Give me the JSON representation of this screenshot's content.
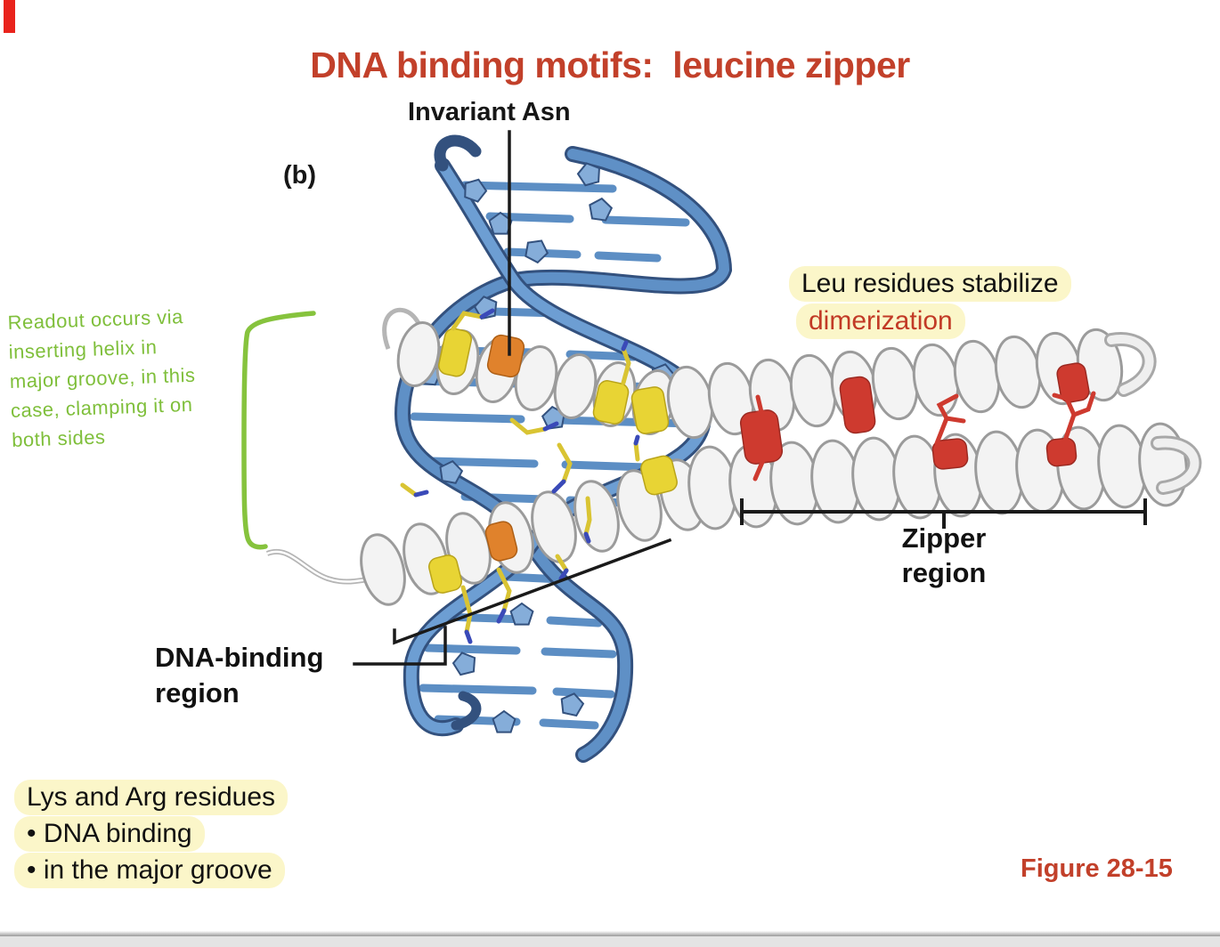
{
  "slide": {
    "title": "DNA binding motifs:  leucine zipper",
    "panel_label": "(b)",
    "figure_caption": "Figure 28-15"
  },
  "labels": {
    "invariant_asn": "Invariant Asn",
    "zipper_line1": "Zipper",
    "zipper_line2": "region",
    "dna_binding_line1": "DNA-binding",
    "dna_binding_line2": "region"
  },
  "callouts": {
    "leu_line1": "Leu residues stabilize",
    "leu_line2": "dimerization",
    "lys_line1": "Lys and Arg residues",
    "lys_line2": "• DNA binding",
    "lys_line3": "• in the major groove"
  },
  "handwritten_note": {
    "lines": [
      "Readout occurs via",
      "inserting helix in",
      "major groove, in this",
      "case, clamping it on",
      "both sides"
    ]
  },
  "molecule_legend": {
    "dna": "blue double helix",
    "helices": "white alpha helices (coiled-coil dimer)",
    "leu_residues": "red patches and sticks in zipper region",
    "lys_arg_residues": "yellow patches and sticks in DNA-binding region",
    "invariant_asn_residue": "orange patches"
  },
  "colors": {
    "accent_red": "#c2402a",
    "highlight_yellow": "#fbf6c9",
    "annotation_green": "#86c33d",
    "dna_blue": "#6d9ed3",
    "dna_blue_dark": "#33517e",
    "helix_white": "#f3f3f3",
    "residue_yellow": "#e8d434",
    "residue_orange": "#e0822c",
    "residue_red": "#ce3a2f",
    "text_black": "#161616"
  }
}
